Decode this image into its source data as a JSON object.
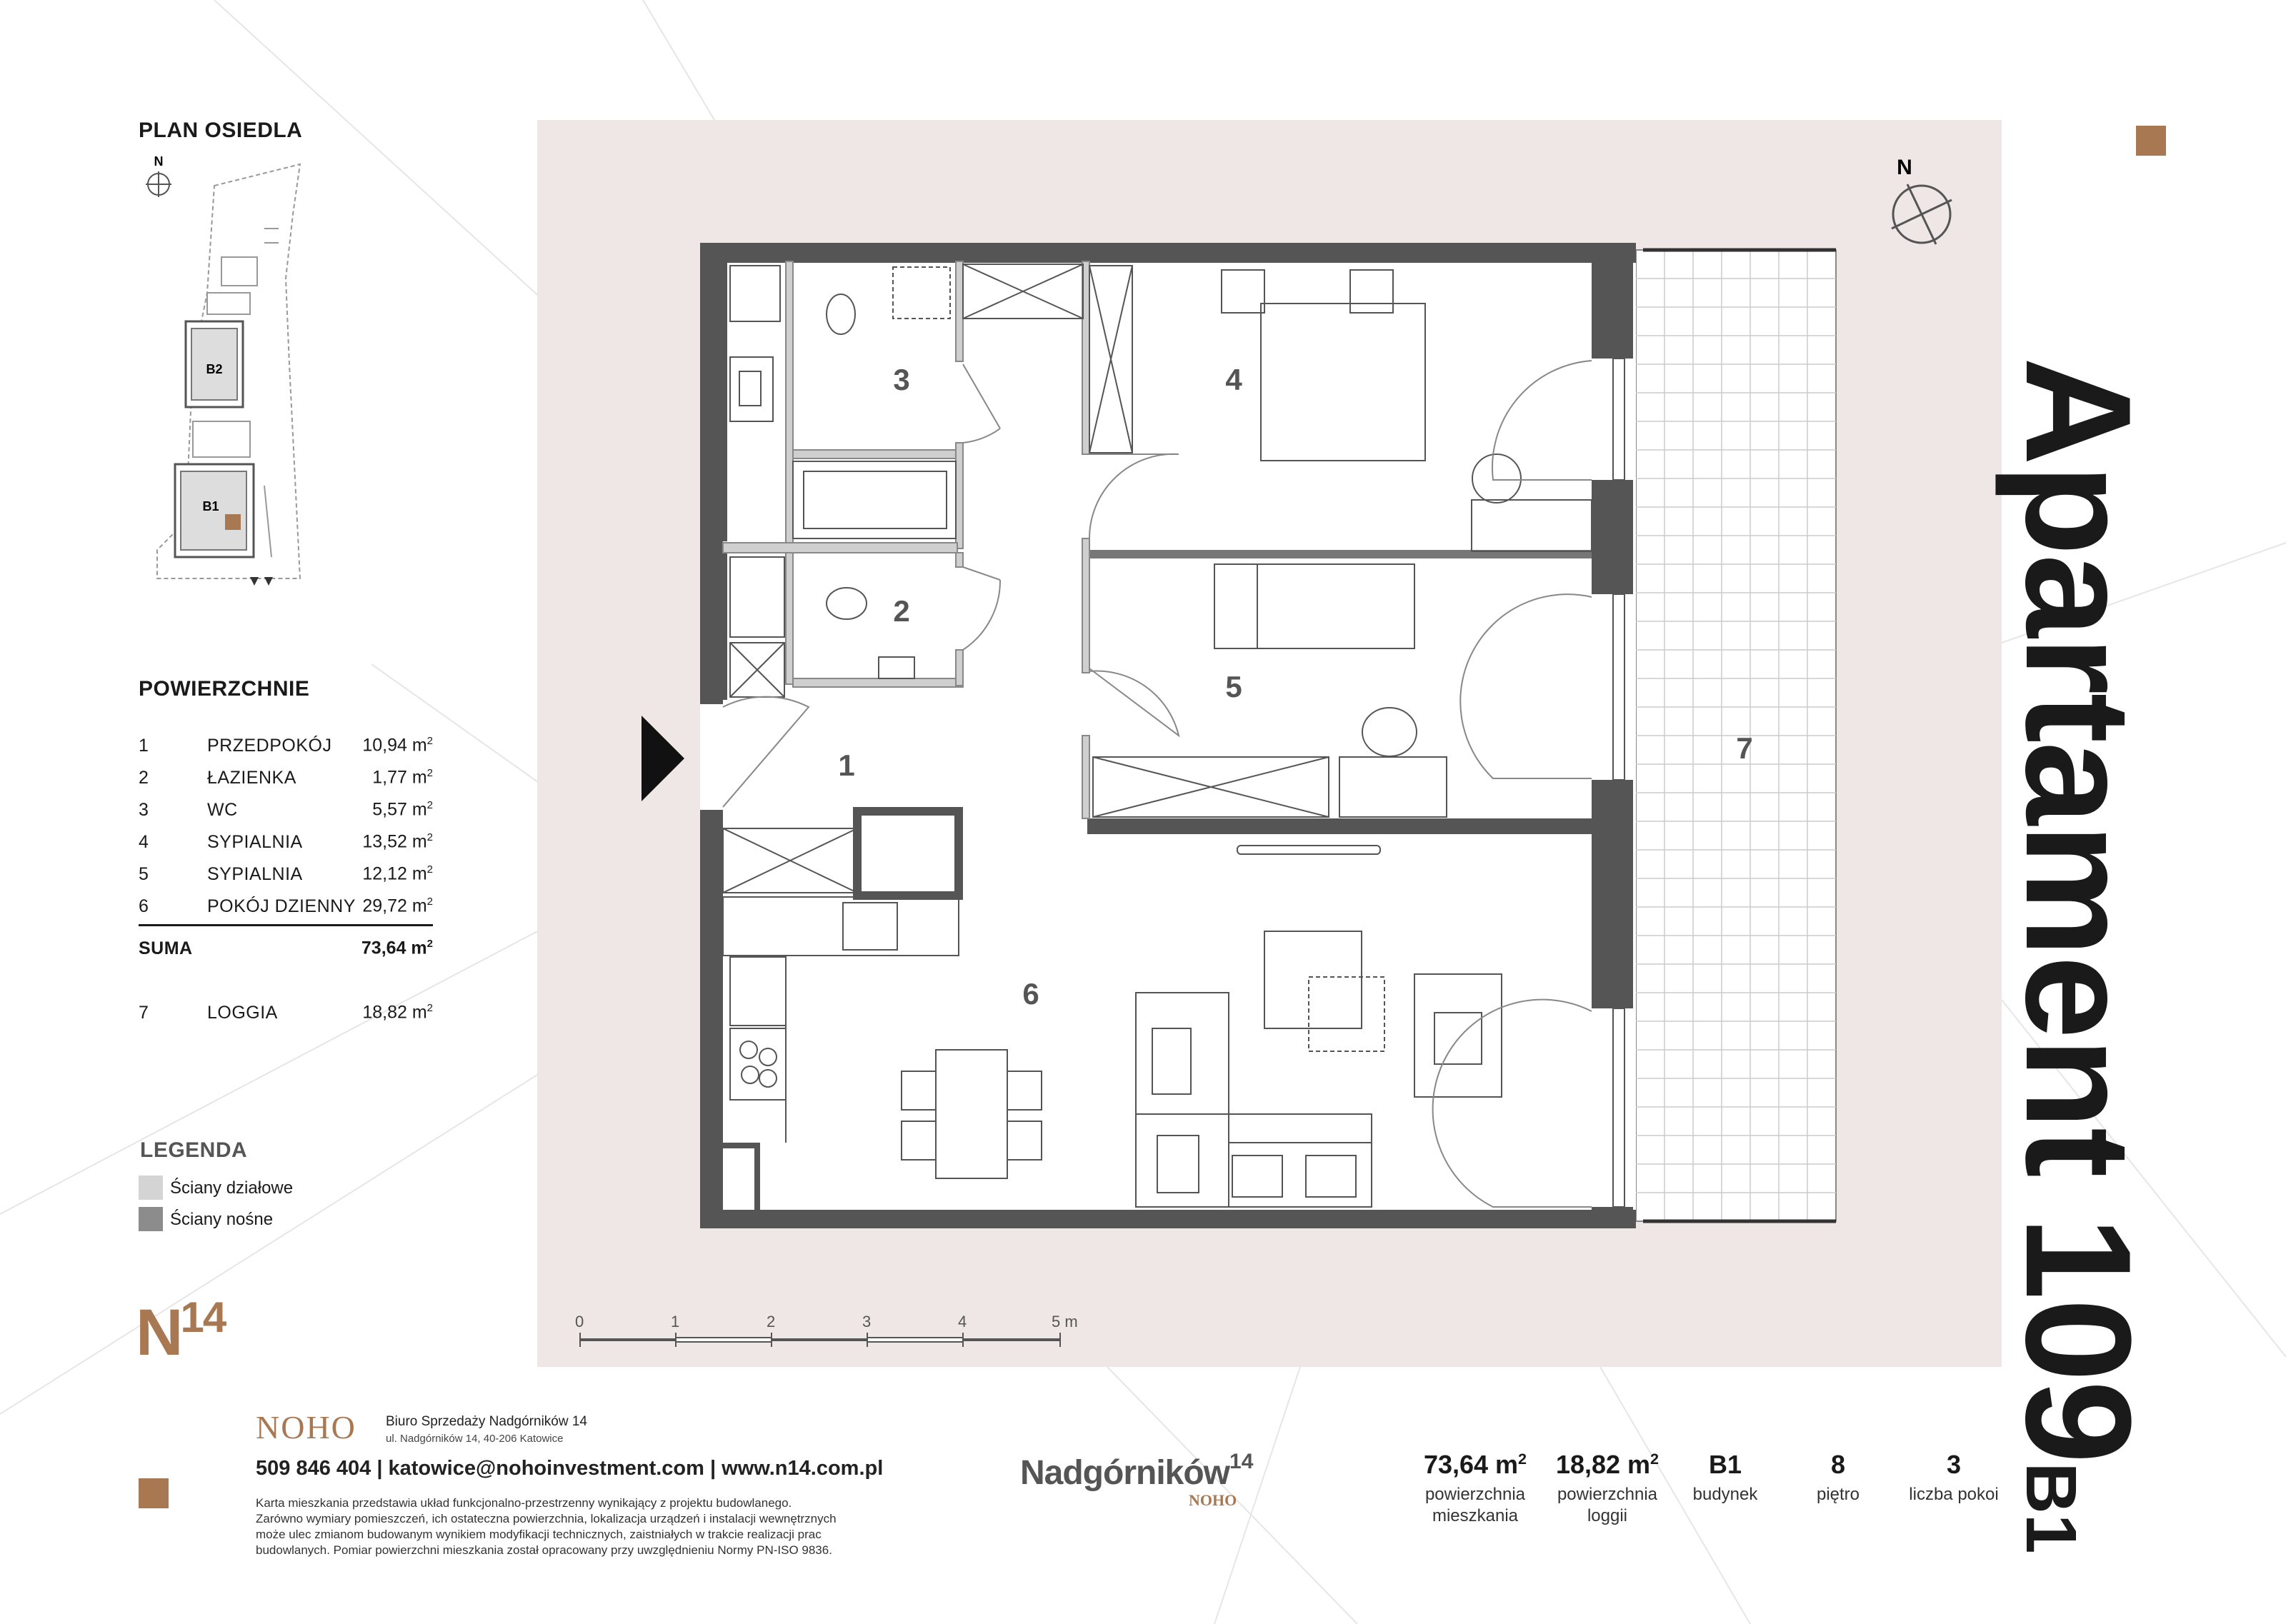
{
  "site_plan": {
    "title": "PLAN OSIEDLA",
    "north": "N",
    "building_b2": "B2",
    "building_b1": "B1"
  },
  "areas": {
    "title": "POWIERZCHNIE",
    "rows": [
      {
        "num": "1",
        "name": "PRZEDPOKÓJ",
        "value": "10,94 m"
      },
      {
        "num": "2",
        "name": "ŁAZIENKA",
        "value": "1,77 m"
      },
      {
        "num": "3",
        "name": "WC",
        "value": "5,57 m"
      },
      {
        "num": "4",
        "name": "SYPIALNIA",
        "value": "13,52 m"
      },
      {
        "num": "5",
        "name": "SYPIALNIA",
        "value": "12,12 m"
      },
      {
        "num": "6",
        "name": "POKÓJ DZIENNY",
        "value": "29,72 m"
      }
    ],
    "sum": {
      "label": "SUMA",
      "value": "73,64 m"
    },
    "loggia": {
      "num": "7",
      "name": "LOGGIA",
      "value": "18,82 m"
    },
    "unit_sup": "2"
  },
  "legend": {
    "title": "LEGENDA",
    "items": [
      {
        "label": "Ściany działowe",
        "color": "#d4d4d4"
      },
      {
        "label": "Ściany nośne",
        "color": "#8c8c8c"
      }
    ]
  },
  "logo": {
    "n": "N",
    "num": "14",
    "color": "#a87852"
  },
  "plan": {
    "north": "N",
    "room_labels": [
      "1",
      "2",
      "3",
      "4",
      "5",
      "6",
      "7"
    ],
    "scale_labels": [
      "0",
      "1",
      "2",
      "3",
      "4",
      "5 m"
    ]
  },
  "apartment": {
    "title": "Apartament 109",
    "building": "B1"
  },
  "footer": {
    "noho": "NOHO",
    "office_name": "Biuro Sprzedaży Nadgórników 14",
    "office_address": "ul. Nadgórników 14, 40-206 Katowice",
    "contact": "509 846 404 | katowice@nohoinvestment.com | www.n14.com.pl",
    "disclaimer": [
      "Karta mieszkania przedstawia układ funkcjonalno-przestrzenny wynikający z projektu budowlanego.",
      "Zarówno wymiary pomieszczeń, ich ostateczna powierzchnia, lokalizacja urządzeń i instalacji wewnętrznych",
      "może ulec zmianom budowanym wynikiem modyfikacji technicznych, zaistniałych w trakcie realizacji prac",
      "budowlanych. Pomiar powierzchni mieszkania został opracowany przy uwzględnieniu Normy PN-ISO 9836."
    ],
    "project_name": "Nadgórników",
    "project_num": "14",
    "project_sub": "NOHO"
  },
  "stats": [
    {
      "value": "73,64 m",
      "sup": "2",
      "label1": "powierzchnia",
      "label2": "mieszkania"
    },
    {
      "value": "18,82 m",
      "sup": "2",
      "label1": "powierzchnia",
      "label2": "loggii"
    },
    {
      "value": "B1",
      "sup": "",
      "label1": "budynek",
      "label2": ""
    },
    {
      "value": "8",
      "sup": "",
      "label1": "piętro",
      "label2": ""
    },
    {
      "value": "3",
      "sup": "",
      "label1": "liczba pokoi",
      "label2": ""
    }
  ],
  "colors": {
    "accent": "#a87852",
    "panel": "#efe7e5",
    "wall": "#555555"
  }
}
